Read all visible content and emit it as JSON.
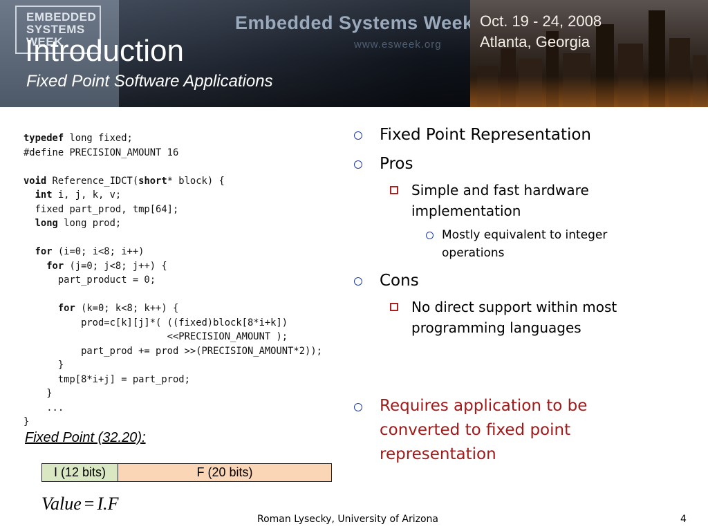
{
  "header": {
    "logo_lines": [
      "EMBEDDED",
      "SYSTEMS",
      "WEEK"
    ],
    "event_title": "Embedded Systems Week",
    "event_url": "www.esweek.org",
    "event_date": "Oct. 19 - 24, 2008",
    "event_city": "Atlanta, Georgia"
  },
  "slide": {
    "title": "Introduction",
    "subtitle": "Fixed Point Software Applications"
  },
  "code": {
    "lines": [
      [
        {
          "t": "typedef",
          "k": true
        },
        {
          "t": " long fixed;"
        }
      ],
      [
        {
          "t": "#define PRECISION_AMOUNT 16"
        }
      ],
      [],
      [
        {
          "t": "void",
          "k": true
        },
        {
          "t": " Reference_IDCT("
        },
        {
          "t": "short",
          "k": true
        },
        {
          "t": "* block) {"
        }
      ],
      [
        {
          "t": "  "
        },
        {
          "t": "int",
          "k": true
        },
        {
          "t": " i, j, k, v;"
        }
      ],
      [
        {
          "t": "  fixed part_prod, tmp[64];"
        }
      ],
      [
        {
          "t": "  "
        },
        {
          "t": "long",
          "k": true
        },
        {
          "t": " long prod;"
        }
      ],
      [],
      [
        {
          "t": "  "
        },
        {
          "t": "for",
          "k": true
        },
        {
          "t": " (i=0; i<8; i++)"
        }
      ],
      [
        {
          "t": "    "
        },
        {
          "t": "for",
          "k": true
        },
        {
          "t": " (j=0; j<8; j++) {"
        }
      ],
      [
        {
          "t": "      part_product = 0;"
        }
      ],
      [],
      [
        {
          "t": "      "
        },
        {
          "t": "for",
          "k": true
        },
        {
          "t": " (k=0; k<8; k++) {"
        }
      ],
      [
        {
          "t": "          prod=c[k][j]*( ((fixed)block[8*i+k])"
        }
      ],
      [
        {
          "t": "                         <<PRECISION_AMOUNT );"
        }
      ],
      [
        {
          "t": "          part_prod += prod >>(PRECISION_AMOUNT*2));"
        }
      ],
      [
        {
          "t": "      }"
        }
      ],
      [
        {
          "t": "      tmp[8*i+j] = part_prod;"
        }
      ],
      [
        {
          "t": "    }"
        }
      ],
      [
        {
          "t": "    ..."
        }
      ],
      [
        {
          "t": "}"
        }
      ]
    ]
  },
  "fixed_point_label": "Fixed Point (32.20):",
  "bit_field": {
    "integer_label": "I (12 bits)",
    "fraction_label": "F (20 bits)",
    "integer_color": "#d9e7c2",
    "fraction_color": "#fbd6b6"
  },
  "formula": {
    "lhs": "Value",
    "eq": "=",
    "rhs": "I.F"
  },
  "bullets": {
    "b1": "Fixed Point Representation",
    "b2": "Pros",
    "b2_1_line1": "Simple and fast hardware",
    "b2_1_line2": "implementation",
    "b2_1_1_line1": "Mostly equivalent to integer",
    "b2_1_1_line2": "operations",
    "b3": "Cons",
    "b3_1_line1": "No direct support within most",
    "b3_1_line2": "programming languages",
    "b4_line1": "Requires application to be",
    "b4_line2": "converted to fixed point",
    "b4_line3": "representation"
  },
  "colors": {
    "bullet_marker": "#1e3aa5",
    "sub_bullet_marker": "#b01f1f",
    "emphasis_text": "#a01a1a"
  },
  "footer": {
    "author": "Roman Lysecky, University of Arizona",
    "page_number": "4"
  }
}
